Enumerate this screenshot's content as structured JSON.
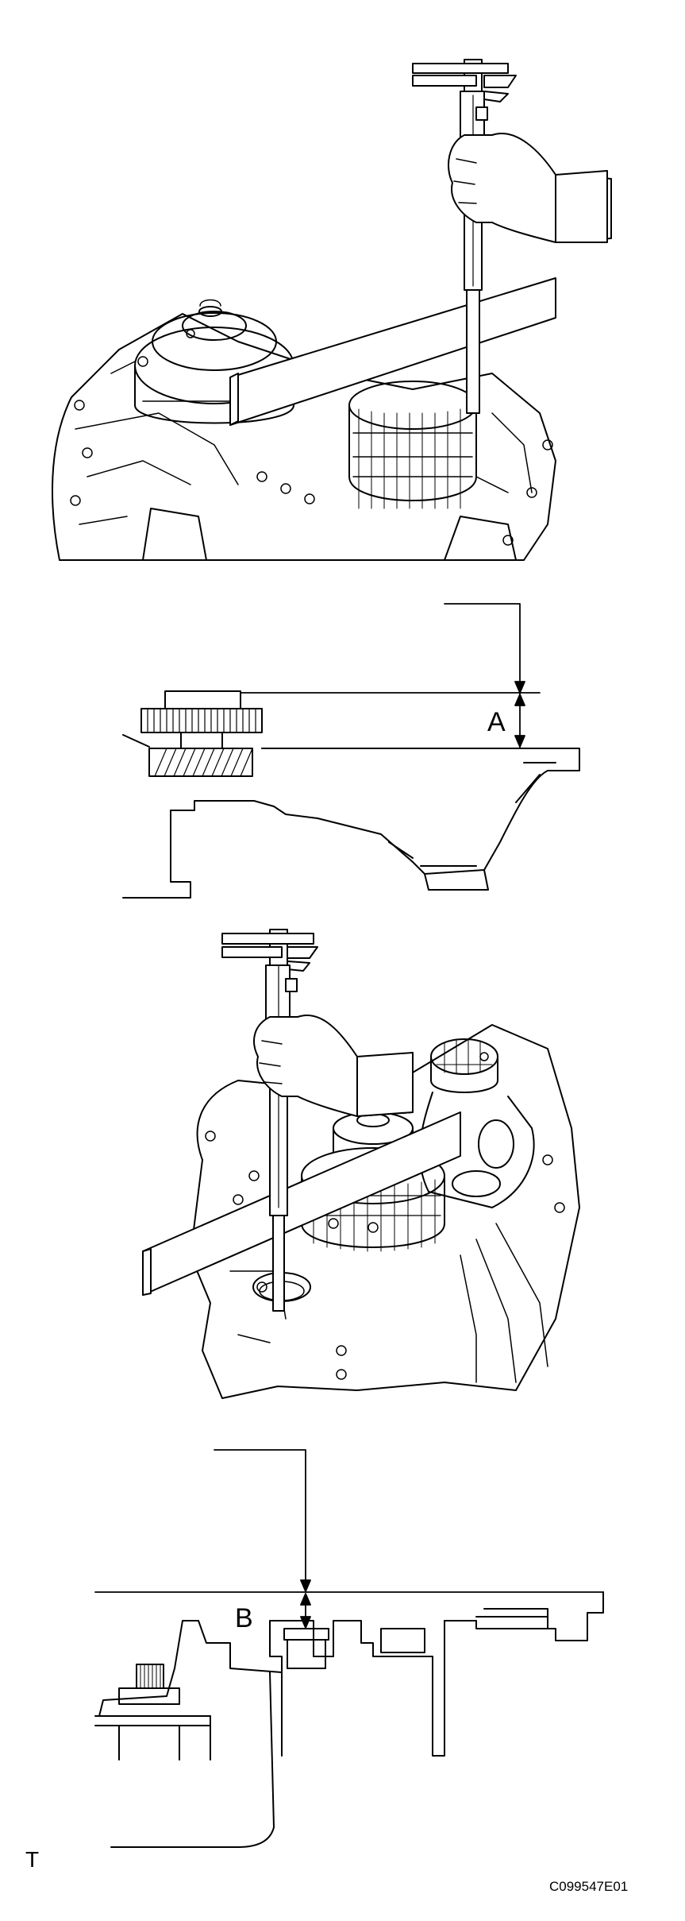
{
  "labels": {
    "measurement_a": "A",
    "measurement_b": "B",
    "corner_mark": "T",
    "figure_code": "C099547E01"
  }
}
